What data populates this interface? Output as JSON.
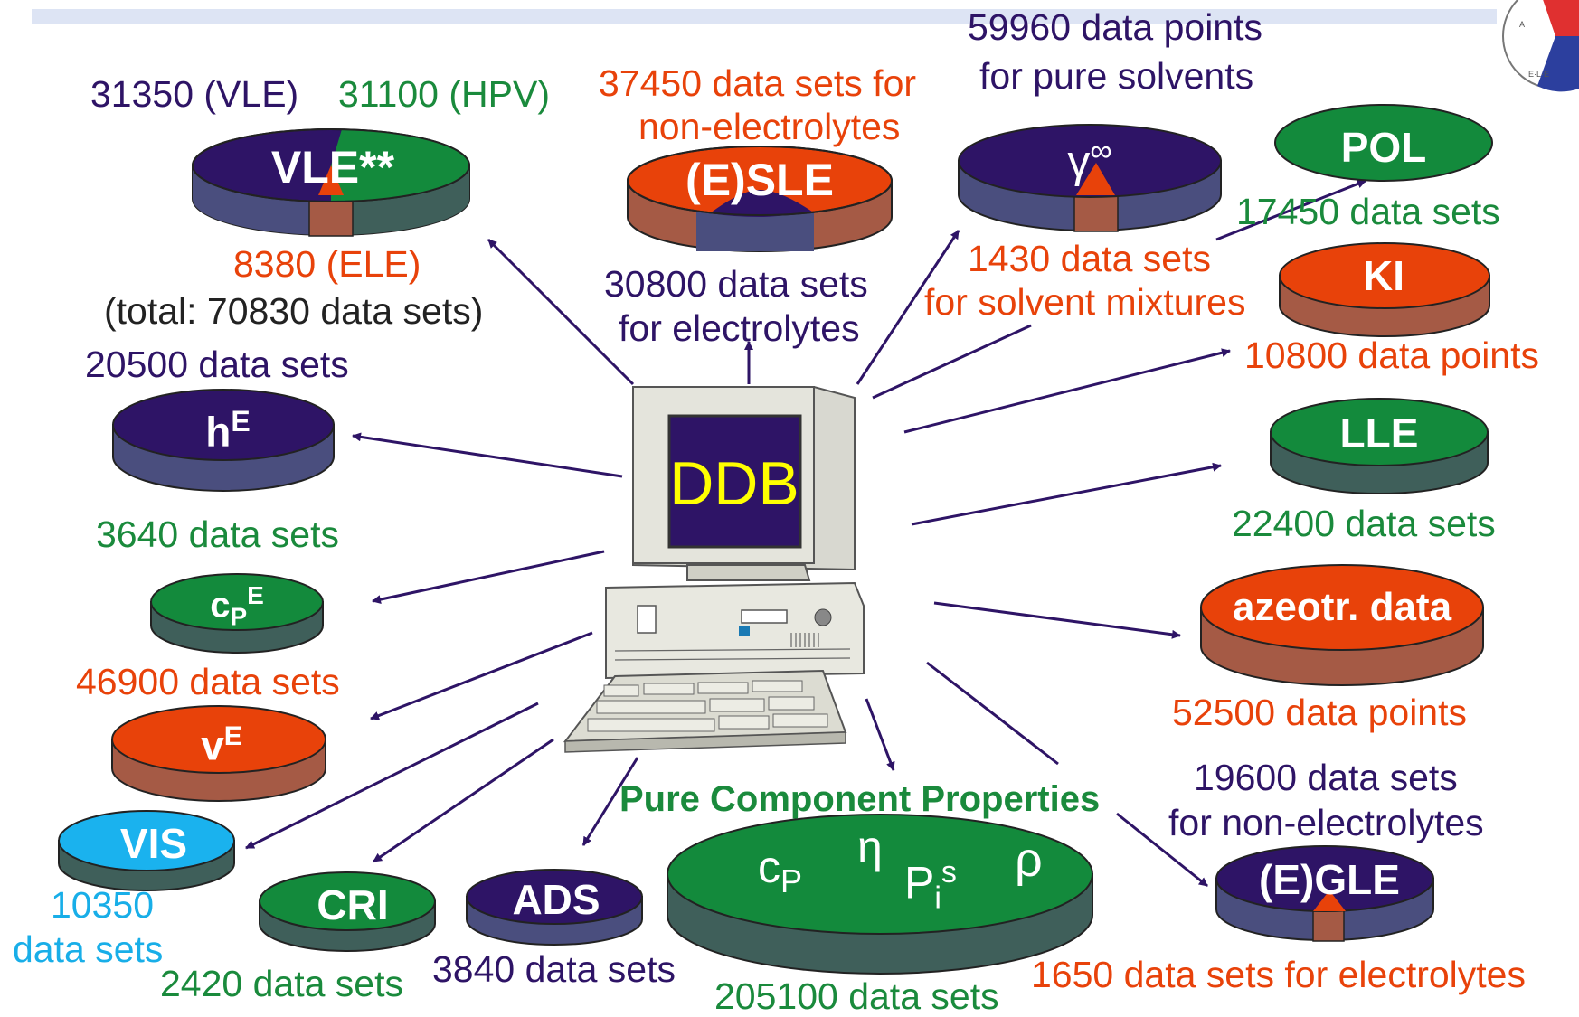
{
  "screen": {
    "ddb_label": "DDB",
    "pure_component_title": "Pure Component Properties",
    "pure_symbols": {
      "cp": "c",
      "cp_sub": "P",
      "eta": "η",
      "pi": "P",
      "pi_sub": "i",
      "pi_sup": "s",
      "rho": "ρ"
    }
  },
  "databases": {
    "vle": {
      "name": "VLE**",
      "vle_count": "31350 (VLE)",
      "hpv_count": "31100 (HPV)",
      "ele_count": "8380 (ELE)",
      "total": "(total: 70830 data sets)"
    },
    "esle": {
      "name": "(E)SLE",
      "count_nonel_1": "37450 data sets for",
      "count_nonel_2": "non-electrolytes",
      "count_el_1": "30800 data sets",
      "count_el_2": "for electrolytes"
    },
    "gamma": {
      "name": "γ",
      "sup": "∞",
      "pure_1": "59960 data points",
      "pure_2": "for pure solvents",
      "mix_1": "1430 data sets",
      "mix_2": "for solvent mixtures"
    },
    "pol": {
      "name": "POL",
      "count": "17450 data sets"
    },
    "ki": {
      "name": "KI",
      "count": "10800 data points"
    },
    "lle": {
      "name": "LLE",
      "count": "22400 data sets"
    },
    "azeo": {
      "name": "azeotr. data",
      "count": "52500 data points"
    },
    "egle": {
      "name": "(E)GLE",
      "count_nonel_1": "19600 data sets",
      "count_nonel_2": "for non-electrolytes",
      "count_el": "1650 data sets for electrolytes"
    },
    "he": {
      "name": "h",
      "sup": "E",
      "count": "20500 data sets"
    },
    "cpe": {
      "name": "c",
      "sub": "P",
      "sup": "E",
      "count": "3640 data sets"
    },
    "ve": {
      "name": "v",
      "sup": "E",
      "count": "46900 data sets"
    },
    "vis": {
      "name": "VIS",
      "count_1": "10350",
      "count_2": "data sets"
    },
    "cri": {
      "name": "CRI",
      "count": "2420 data sets"
    },
    "ads": {
      "name": "ADS",
      "count": "3840 data sets"
    },
    "pure": {
      "count": "205100 data sets"
    }
  },
  "colors": {
    "purple": "#2e1466",
    "purple_side": "#4a4e7e",
    "green": "#138a3c",
    "green_side": "#3f5f5a",
    "red": "#e8420a",
    "red_side": "#a55a45",
    "cyan": "#1ab2ee",
    "cyan_side": "#3f5f5a",
    "arrow": "#2e1466"
  }
}
